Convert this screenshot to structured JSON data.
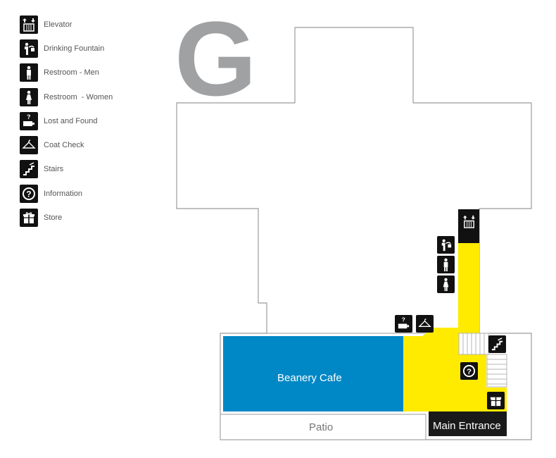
{
  "floor": {
    "letter": "G"
  },
  "legend": [
    {
      "icon": "elevator-icon",
      "label": "Elevator"
    },
    {
      "icon": "drinking-fountain-icon",
      "label": "Drinking Fountain"
    },
    {
      "icon": "restroom-men-icon",
      "label": "Restroom - Men"
    },
    {
      "icon": "restroom-women-icon",
      "label": "Restroom  - Women"
    },
    {
      "icon": "lost-and-found-icon",
      "label": "Lost and Found"
    },
    {
      "icon": "coat-check-icon",
      "label": "Coat Check"
    },
    {
      "icon": "stairs-icon",
      "label": "Stairs"
    },
    {
      "icon": "information-icon",
      "label": "Information"
    },
    {
      "icon": "store-icon",
      "label": "Store"
    }
  ],
  "map": {
    "cafe_label": "Beanery Cafe",
    "patio_label": "Patio",
    "entrance_label": "Main Entrance",
    "colors": {
      "cafe": "#0088c6",
      "path": "#ffeb00",
      "outline": "#9b9b9b",
      "icon_bg": "#111111"
    }
  }
}
